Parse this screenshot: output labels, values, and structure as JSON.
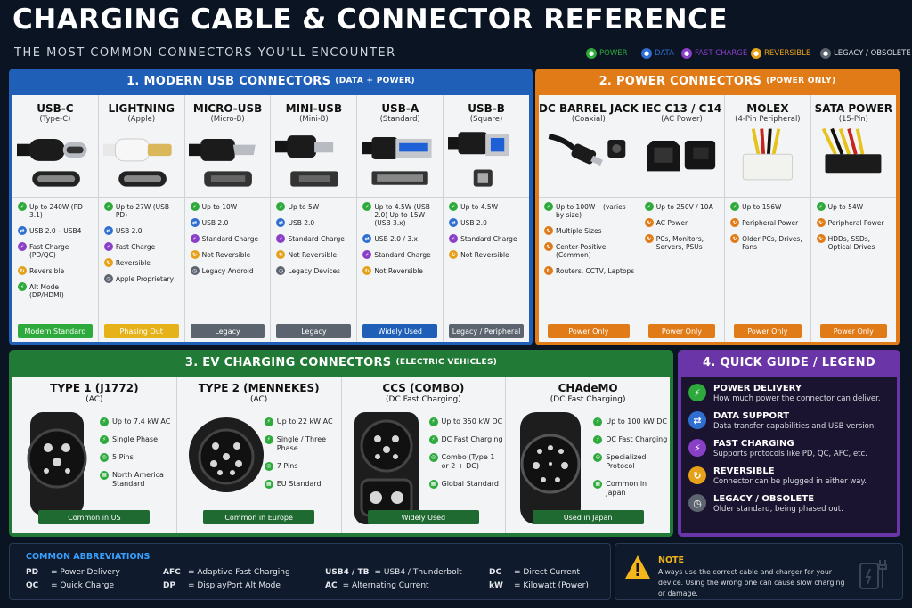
{
  "title": "CHARGING CABLE & CONNECTOR REFERENCE",
  "subtitle": "THE MOST COMMON CONNECTORS YOU'LL ENCOUNTER",
  "colors": {
    "power": "#2eaa3c",
    "data": "#2f6fd1",
    "fast": "#8a3fc7",
    "reversible": "#e6a11a",
    "legacy": "#5c6470",
    "usb_panel": "#1f5fb8",
    "power_panel": "#e07b18",
    "ev_panel": "#217a35",
    "legend_panel": "#6a35a6"
  },
  "header_legend": [
    {
      "icon": "power-icon",
      "label": "POWER",
      "color": "#2eaa3c"
    },
    {
      "icon": "data-icon",
      "label": "DATA",
      "color": "#2f6fd1"
    },
    {
      "icon": "fast-charge-icon",
      "label": "FAST CHARGE",
      "color": "#8a3fc7"
    },
    {
      "icon": "reversible-icon",
      "label": "REVERSIBLE",
      "color": "#e6a11a"
    },
    {
      "icon": "legacy-icon",
      "label": "LEGACY / OBSOLETE",
      "color": "#5c6470"
    }
  ],
  "usb_panel": {
    "title": "1. MODERN USB CONNECTORS",
    "title_note": "(DATA + POWER)",
    "connectors": [
      {
        "name": "USB-C",
        "sub": "(Type-C)",
        "features": [
          [
            "power",
            "Up to 240W (PD 3.1)"
          ],
          [
            "data",
            "USB 2.0 – USB4"
          ],
          [
            "fast",
            "Fast Charge (PD/QC)"
          ],
          [
            "reversible",
            "Reversible"
          ],
          [
            "power",
            "Alt Mode (DP/HDMI)"
          ]
        ],
        "badge": "Modern Standard",
        "badge_color": "#2eaa3c"
      },
      {
        "name": "LIGHTNING",
        "sub": "(Apple)",
        "features": [
          [
            "power",
            "Up to 27W (USB PD)"
          ],
          [
            "data",
            "USB 2.0"
          ],
          [
            "fast",
            "Fast Charge"
          ],
          [
            "reversible",
            "Reversible"
          ],
          [
            "legacy",
            "Apple Proprietary"
          ]
        ],
        "badge": "Phasing Out",
        "badge_color": "#e6b21a"
      },
      {
        "name": "MICRO-USB",
        "sub": "(Micro-B)",
        "features": [
          [
            "power",
            "Up to 10W"
          ],
          [
            "data",
            "USB 2.0"
          ],
          [
            "fast",
            "Standard Charge"
          ],
          [
            "reversible",
            "Not Reversible"
          ],
          [
            "legacy",
            "Legacy Android"
          ]
        ],
        "badge": "Legacy",
        "badge_color": "#5c6470"
      },
      {
        "name": "MINI-USB",
        "sub": "(Mini-B)",
        "features": [
          [
            "power",
            "Up to 5W"
          ],
          [
            "data",
            "USB 2.0"
          ],
          [
            "fast",
            "Standard Charge"
          ],
          [
            "reversible",
            "Not Reversible"
          ],
          [
            "legacy",
            "Legacy Devices"
          ]
        ],
        "badge": "Legacy",
        "badge_color": "#5c6470"
      },
      {
        "name": "USB-A",
        "sub": "(Standard)",
        "features": [
          [
            "power",
            "Up to 4.5W (USB 2.0) Up to 15W (USB 3.x)"
          ],
          [
            "data",
            "USB 2.0 / 3.x"
          ],
          [
            "fast",
            "Standard Charge"
          ],
          [
            "reversible",
            "Not Reversible"
          ]
        ],
        "badge": "Widely Used",
        "badge_color": "#1f5fb8"
      },
      {
        "name": "USB-B",
        "sub": "(Square)",
        "features": [
          [
            "power",
            "Up to 4.5W"
          ],
          [
            "data",
            "USB 2.0"
          ],
          [
            "fast",
            "Standard Charge"
          ],
          [
            "reversible",
            "Not Reversible"
          ]
        ],
        "badge": "Legacy / Peripheral",
        "badge_color": "#5c6470"
      }
    ]
  },
  "power_panel": {
    "title": "2. POWER CONNECTORS",
    "title_note": "(POWER ONLY)",
    "connectors": [
      {
        "name": "DC BARREL JACK",
        "sub": "(Coaxial)",
        "features": [
          [
            "power",
            "Up to 100W+ (varies by size)"
          ],
          [
            "reversible",
            "Multiple Sizes"
          ],
          [
            "reversible",
            "Center-Positive (Common)"
          ],
          [
            "reversible",
            "Routers, CCTV, Laptops"
          ]
        ],
        "badge": "Power Only"
      },
      {
        "name": "IEC C13 / C14",
        "sub": "(AC Power)",
        "features": [
          [
            "power",
            "Up to 250V / 10A"
          ],
          [
            "reversible",
            "AC Power"
          ],
          [
            "reversible",
            "PCs, Monitors, Servers, PSUs"
          ]
        ],
        "badge": "Power Only"
      },
      {
        "name": "MOLEX",
        "sub": "(4-Pin Peripheral)",
        "features": [
          [
            "power",
            "Up to 156W"
          ],
          [
            "reversible",
            "Peripheral Power"
          ],
          [
            "reversible",
            "Older PCs, Drives, Fans"
          ]
        ],
        "badge": "Power Only"
      },
      {
        "name": "SATA POWER",
        "sub": "(15-Pin)",
        "features": [
          [
            "power",
            "Up to 54W"
          ],
          [
            "reversible",
            "Peripheral Power"
          ],
          [
            "reversible",
            "HDDs, SSDs, Optical Drives"
          ]
        ],
        "badge": "Power Only"
      }
    ]
  },
  "ev_panel": {
    "title": "3. EV CHARGING CONNECTORS",
    "title_note": "(ELECTRIC VEHICLES)",
    "connectors": [
      {
        "name": "TYPE 1 (J1772)",
        "sub": "(AC)",
        "features": [
          "Up to 7.4 kW AC",
          "Single Phase",
          "5 Pins",
          "North America Standard"
        ],
        "badge": "Common in US"
      },
      {
        "name": "TYPE 2 (MENNEKES)",
        "sub": "(AC)",
        "features": [
          "Up to 22 kW AC",
          "Single / Three Phase",
          "7 Pins",
          "EU Standard"
        ],
        "badge": "Common in Europe"
      },
      {
        "name": "CCS (COMBO)",
        "sub": "(DC Fast Charging)",
        "features": [
          "Up to 350 kW DC",
          "DC Fast Charging",
          "Combo (Type 1 or 2 + DC)",
          "Global Standard"
        ],
        "badge": "Widely Used"
      },
      {
        "name": "CHAdeMO",
        "sub": "(DC Fast Charging)",
        "features": [
          "Up to 100 kW DC",
          "DC Fast Charging",
          "Specialized Protocol",
          "Common in Japan"
        ],
        "badge": "Used in Japan"
      }
    ]
  },
  "legend_panel": {
    "title": "4. QUICK GUIDE / LEGEND",
    "items": [
      {
        "icon": "power-icon",
        "title": "POWER DELIVERY",
        "desc": "How much power the connector can deliver.",
        "color": "#2eaa3c"
      },
      {
        "icon": "data-icon",
        "title": "DATA SUPPORT",
        "desc": "Data transfer capabilities and USB version.",
        "color": "#2f6fd1"
      },
      {
        "icon": "fast-charge-icon",
        "title": "FAST CHARGING",
        "desc": "Supports protocols like PD, QC, AFC, etc.",
        "color": "#8a3fc7"
      },
      {
        "icon": "reversible-icon",
        "title": "REVERSIBLE",
        "desc": "Connector can be plugged in either way.",
        "color": "#e6a11a"
      },
      {
        "icon": "legacy-icon",
        "title": "LEGACY / OBSOLETE",
        "desc": "Older standard, being phased out.",
        "color": "#5c6470"
      }
    ]
  },
  "abbreviations": {
    "title": "COMMON ABBREVIATIONS",
    "items": [
      [
        "PD",
        "Power Delivery"
      ],
      [
        "AFC",
        "Adaptive Fast Charging"
      ],
      [
        "USB4 / TB",
        "USB4 / Thunderbolt"
      ],
      [
        "DC",
        "Direct Current"
      ],
      [
        "QC",
        "Quick Charge"
      ],
      [
        "DP",
        "DisplayPort Alt Mode"
      ],
      [
        "AC",
        "Alternating Current"
      ],
      [
        "kW",
        "Kilowatt (Power)"
      ]
    ]
  },
  "note": {
    "title": "NOTE",
    "text": "Always use the correct cable and charger for your device. Using the wrong one can cause slow charging or damage."
  }
}
